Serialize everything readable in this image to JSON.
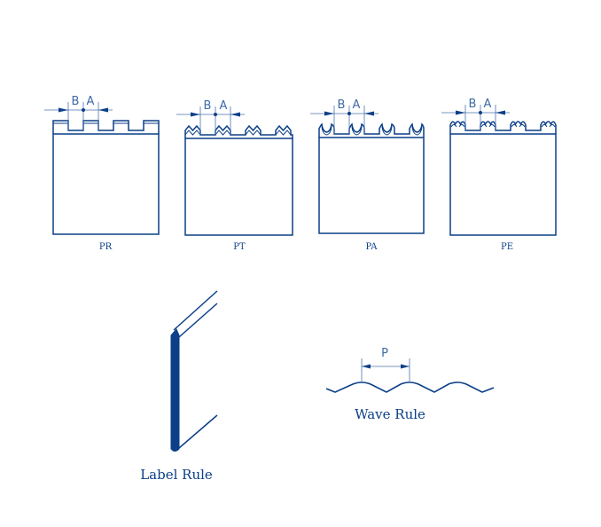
{
  "colors": {
    "line": "#0b3f87",
    "dimension": "#4b73ad"
  },
  "profiles": [
    {
      "type": "PR",
      "label": "PR",
      "dim_b": "B",
      "dim_a": "A"
    },
    {
      "type": "PT",
      "label": "PT",
      "dim_b": "B",
      "dim_a": "A"
    },
    {
      "type": "PA",
      "label": "PA",
      "dim_b": "B",
      "dim_a": "A"
    },
    {
      "type": "PE",
      "label": "PE",
      "dim_b": "B",
      "dim_a": "A"
    }
  ],
  "label_rule": {
    "caption": "Label Rule"
  },
  "wave_rule": {
    "caption": "Wave Rule",
    "dim_p": "P"
  }
}
